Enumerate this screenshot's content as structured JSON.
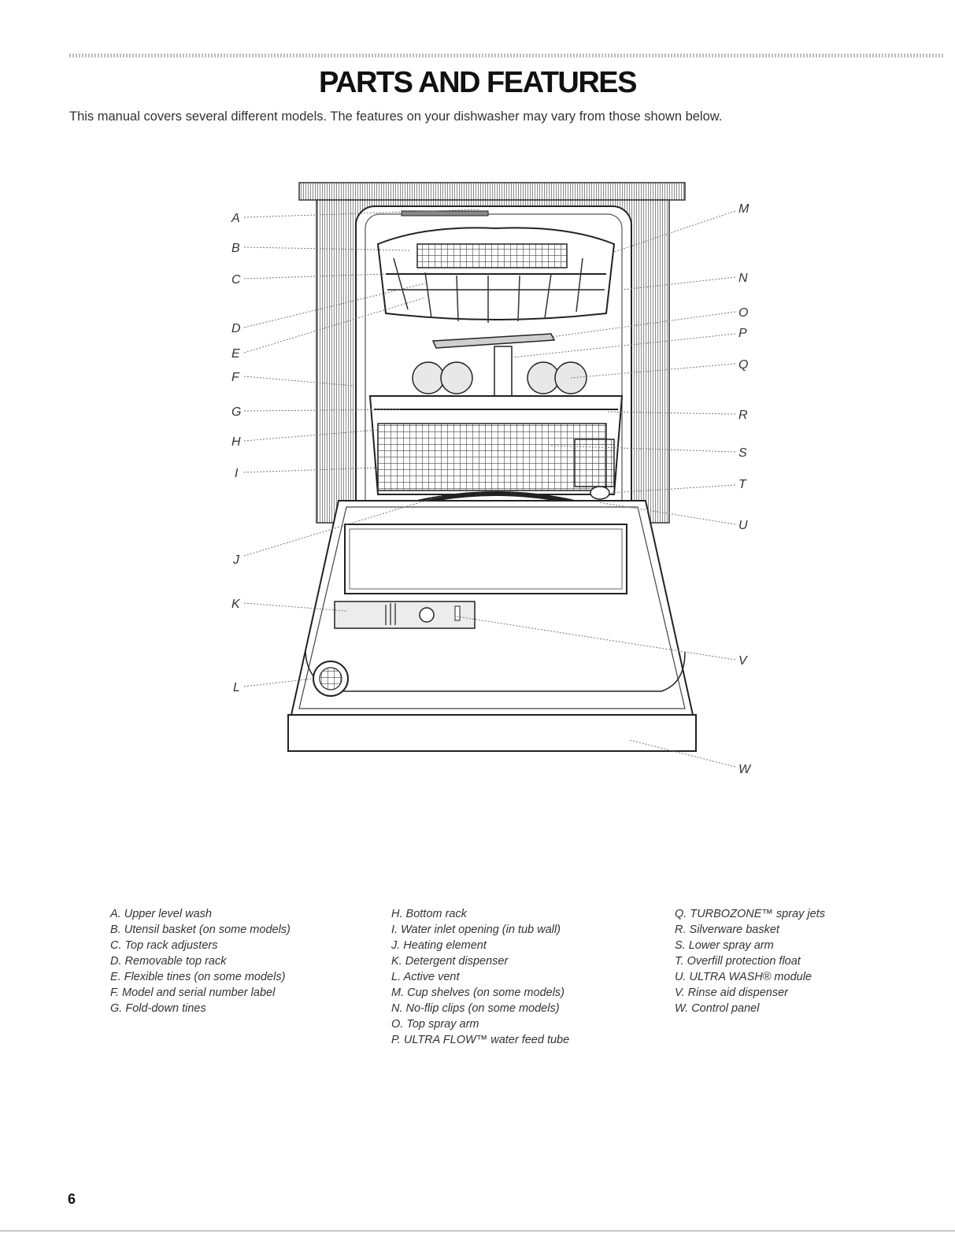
{
  "header": {
    "title": "PARTS AND FEATURES",
    "intro": "This manual covers several different models. The features on your dishwasher may vary from those shown below."
  },
  "diagram": {
    "callouts_left": [
      "A",
      "B",
      "C",
      "D",
      "E",
      "F",
      "G",
      "H",
      "I",
      "J",
      "K",
      "L"
    ],
    "callouts_right": [
      "M",
      "N",
      "O",
      "P",
      "Q",
      "R",
      "S",
      "T",
      "U",
      "V",
      "W"
    ]
  },
  "legend": {
    "column1": [
      "A. Upper level wash",
      "B. Utensil basket (on some models)",
      "C. Top rack adjusters",
      "D. Removable top rack",
      "E. Flexible tines (on some models)",
      "F. Model and serial number label",
      "G. Fold-down tines"
    ],
    "column2": [
      "H. Bottom rack",
      "I. Water inlet opening (in tub wall)",
      "J. Heating element",
      "K. Detergent dispenser",
      "L. Active vent",
      "M. Cup shelves (on some models)",
      "N. No-flip clips (on some models)",
      "O. Top spray arm",
      "P. ULTRA FLOW™ water feed tube"
    ],
    "column3": [
      "Q. TURBOZONE™ spray jets",
      "R. Silverware basket",
      "S. Lower spray arm",
      "T. Overfill protection float",
      "U. ULTRA WASH® module",
      "V. Rinse aid dispenser",
      "W. Control panel"
    ]
  },
  "footer": {
    "page_number": "6"
  }
}
